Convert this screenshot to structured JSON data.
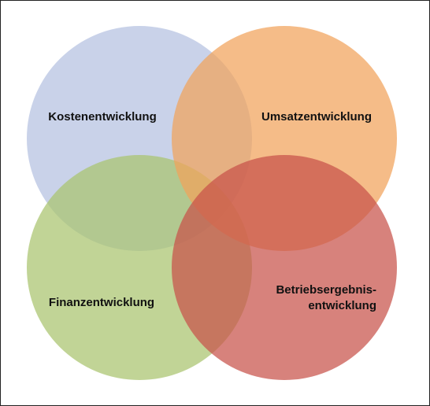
{
  "diagram": {
    "colors": {
      "kosten": "#b4c1e0",
      "umsatz": "#f1a25a",
      "finanz": "#a9c46d",
      "betrieb": "#c8524a",
      "border": "#222222",
      "text": "#111111"
    },
    "circles": [
      {
        "id": "kosten",
        "label_lines": [
          "Kostenentwicklung"
        ]
      },
      {
        "id": "umsatz",
        "label_lines": [
          "Umsatzentwicklung"
        ]
      },
      {
        "id": "finanz",
        "label_lines": [
          "Finanzentwicklung"
        ]
      },
      {
        "id": "betrieb",
        "label_lines": [
          "Betriebsergebnis-",
          "entwicklung"
        ]
      }
    ]
  }
}
